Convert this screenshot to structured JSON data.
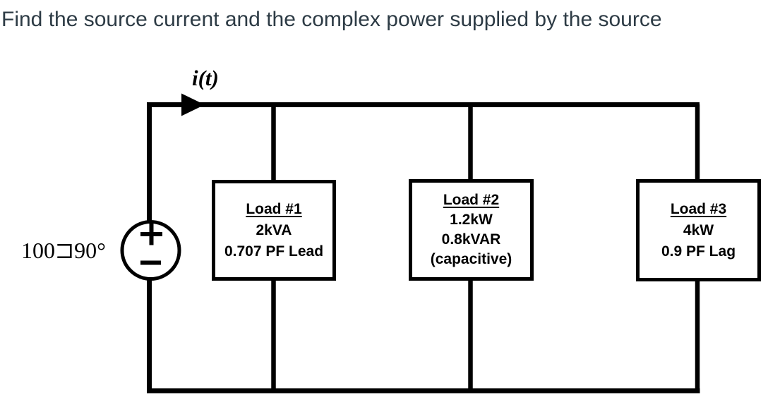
{
  "title": "Find the source current and the complex power supplied by the source",
  "diagram": {
    "current_label": "i(t)",
    "source": {
      "label": "100⊐90°",
      "plus": "+",
      "minus": "−"
    },
    "loads": [
      {
        "name": "Load #1",
        "lines": [
          "2kVA",
          "0.707 PF Lead"
        ]
      },
      {
        "name": "Load #2",
        "lines": [
          "1.2kW",
          "0.8kVAR",
          "(capacitive)"
        ]
      },
      {
        "name": "Load #3",
        "lines": [
          "4kW",
          "0.9 PF Lag"
        ]
      }
    ],
    "colors": {
      "wire": "#000000",
      "title_text": "#2d3b45",
      "background": "#ffffff"
    }
  }
}
